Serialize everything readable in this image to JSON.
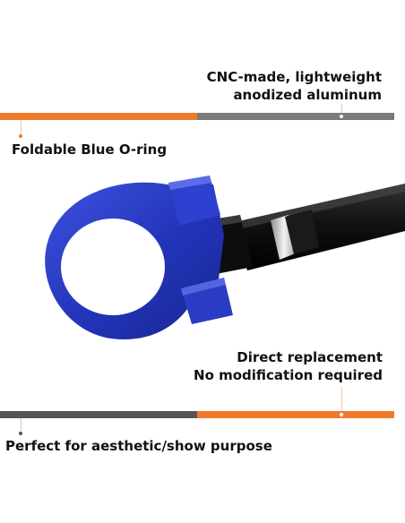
{
  "features": {
    "cnc": {
      "line1": "CNC-made, lightweight",
      "line2": "anodized aluminum"
    },
    "foldable": {
      "text": "Foldable Blue O-ring"
    },
    "direct": {
      "line1": "Direct replacement",
      "line2": "No modification required"
    },
    "aesthetic": {
      "text": "Perfect for aesthetic/show purpose"
    }
  },
  "colors": {
    "orange": "#f07a2a",
    "gray": "#7a7a7a",
    "dark_gray": "#555555",
    "ring_blue": "#2a3cc4",
    "bar_black": "#111111"
  }
}
